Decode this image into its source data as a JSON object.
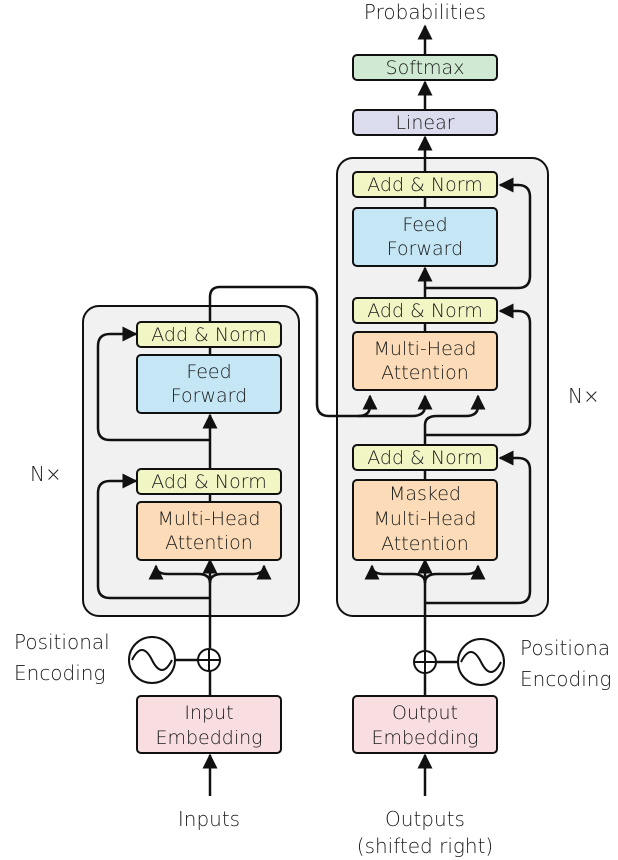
{
  "labels": {
    "probabilities": "Probabilities",
    "softmax": "Softmax",
    "linear": "Linear",
    "add_norm": "Add & Norm",
    "feed_forward_1": "Feed",
    "feed_forward_2": "Forward",
    "mha_1": "Multi-Head",
    "mha_2": "Attention",
    "masked_1": "Masked",
    "masked_2": "Multi-Head",
    "masked_3": "Attention",
    "nx": "N×",
    "pos_enc_1": "Positional",
    "pos_enc_2": "Encoding",
    "pos_enc_right_1": "Positiona",
    "pos_enc_right_2": "Encoding",
    "input_emb_1": "Input",
    "input_emb_2": "Embedding",
    "output_emb_1": "Output",
    "output_emb_2": "Embedding",
    "inputs": "Inputs",
    "outputs_1": "Outputs",
    "outputs_2": "(shifted right)"
  },
  "colors": {
    "softmax": "#cfe9d3",
    "linear": "#dcdcef",
    "add_norm": "#f2f5c4",
    "feed_forward": "#c5e6f5",
    "attention": "#fcdcb8",
    "embedding": "#f8dde1",
    "stack_bg": "#f1f1f1",
    "line": "#111111"
  }
}
